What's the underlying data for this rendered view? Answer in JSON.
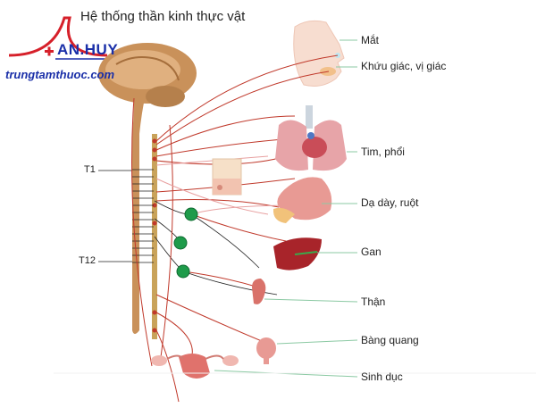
{
  "title": "Hệ thống thần kinh thực vật",
  "logo": {
    "name": "AN.HUY",
    "site": "trungtamthuoc.com"
  },
  "spine_labels": {
    "top": "T1",
    "bottom": "T12"
  },
  "organs": [
    {
      "id": "mat",
      "label": "Mắt"
    },
    {
      "id": "khuu-giac",
      "label": "Khứu giác, vị giác"
    },
    {
      "id": "tim-phoi",
      "label": "Tim, phổi"
    },
    {
      "id": "da-day",
      "label": "Dạ dày, ruột"
    },
    {
      "id": "gan",
      "label": "Gan"
    },
    {
      "id": "than",
      "label": "Thận"
    },
    {
      "id": "bang-quang",
      "label": "Bàng quang"
    },
    {
      "id": "sinh-duc",
      "label": "Sinh dục"
    }
  ],
  "colors": {
    "nerve": "#c0392b",
    "nerve_light": "#e8a0a0",
    "ganglion": "#1e9b4a",
    "brain": "#c9915a",
    "spine": "#c9a35a",
    "logo_red": "#d6202a",
    "logo_blue": "#1a2fa8"
  }
}
